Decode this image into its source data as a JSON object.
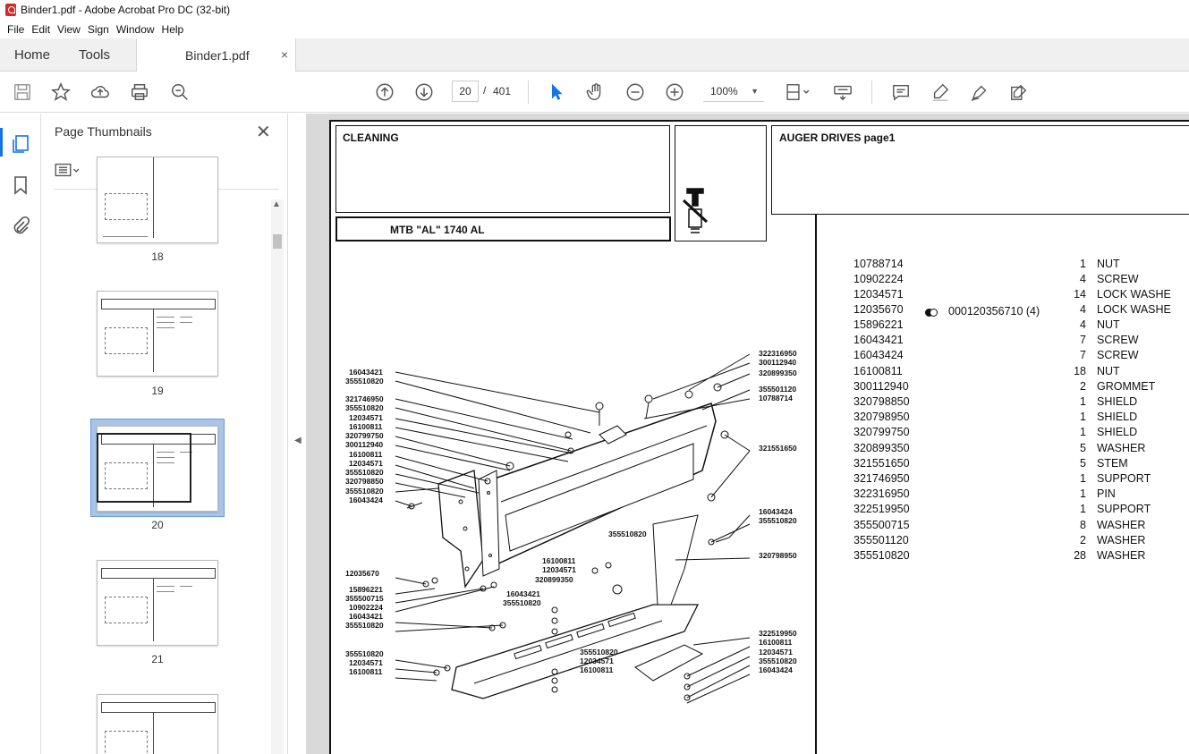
{
  "window": {
    "title": "Binder1.pdf - Adobe Acrobat Pro DC (32-bit)"
  },
  "menu": [
    "File",
    "Edit",
    "View",
    "Sign",
    "Window",
    "Help"
  ],
  "tabs": {
    "home": "Home",
    "tools": "Tools",
    "document": "Binder1.pdf",
    "close": "×"
  },
  "toolbar": {
    "current_page": "20",
    "separator": "/",
    "total_pages": "401",
    "zoom": "100%"
  },
  "panel": {
    "title": "Page Thumbnails",
    "close": "✕",
    "thumbnails": [
      {
        "label": "18"
      },
      {
        "label": "19"
      },
      {
        "label": "20",
        "selected": true
      },
      {
        "label": "21"
      }
    ]
  },
  "document_page": {
    "section_title": "CLEANING",
    "model": "MTB \"AL\" 1740 AL",
    "assembly_title": "AUGER DRIVES  page1",
    "alt_reference": "000120356710  (4)",
    "parts": [
      {
        "number": "10788714",
        "qty": "1",
        "desc": "NUT"
      },
      {
        "number": "10902224",
        "qty": "4",
        "desc": "SCREW"
      },
      {
        "number": "12034571",
        "qty": "14",
        "desc": "LOCK WASHE"
      },
      {
        "number": "12035670",
        "qty": "4",
        "desc": "LOCK WASHE"
      },
      {
        "number": "15896221",
        "qty": "4",
        "desc": "NUT"
      },
      {
        "number": "16043421",
        "qty": "7",
        "desc": "SCREW"
      },
      {
        "number": "16043424",
        "qty": "7",
        "desc": "SCREW"
      },
      {
        "number": "16100811",
        "qty": "18",
        "desc": "NUT"
      },
      {
        "number": "300112940",
        "qty": "2",
        "desc": "GROMMET"
      },
      {
        "number": "320798850",
        "qty": "1",
        "desc": "SHIELD"
      },
      {
        "number": "320798950",
        "qty": "1",
        "desc": "SHIELD"
      },
      {
        "number": "320799750",
        "qty": "1",
        "desc": "SHIELD"
      },
      {
        "number": "320899350",
        "qty": "5",
        "desc": "WASHER"
      },
      {
        "number": "321551650",
        "qty": "5",
        "desc": "STEM"
      },
      {
        "number": "321746950",
        "qty": "1",
        "desc": "SUPPORT"
      },
      {
        "number": "322316950",
        "qty": "1",
        "desc": "PIN"
      },
      {
        "number": "322519950",
        "qty": "1",
        "desc": "SUPPORT"
      },
      {
        "number": "355500715",
        "qty": "8",
        "desc": "WASHER"
      },
      {
        "number": "355501120",
        "qty": "2",
        "desc": "WASHER"
      },
      {
        "number": "355510820",
        "qty": "28",
        "desc": "WASHER"
      }
    ],
    "callouts_left": [
      "16043421",
      "355510820",
      "321746950",
      "355510820",
      "12034571",
      "16100811",
      "320799750",
      "300112940",
      "16100811",
      "12034571",
      "355510820",
      "320798850",
      "355510820",
      "16043424"
    ],
    "callouts_left_lower": [
      "12035670",
      "15896221",
      "355500715",
      "10902224",
      "16043421",
      "355510820",
      "355510820",
      "12034571",
      "16100811"
    ],
    "callouts_top_right": [
      "322316950",
      "300112940",
      "320899350",
      "355501120",
      "10788714",
      "321551650"
    ],
    "callouts_right": [
      "16043424",
      "355510820",
      "320798950"
    ],
    "callouts_mid": [
      "355510820",
      "16100811",
      "12034571",
      "320899350",
      "16043421",
      "355510820"
    ],
    "callouts_bottom_mid": [
      "355510820",
      "12034571",
      "16100811"
    ],
    "callouts_bottom_right": [
      "322519950",
      "16100811",
      "12034571",
      "355510820",
      "16043424"
    ]
  }
}
